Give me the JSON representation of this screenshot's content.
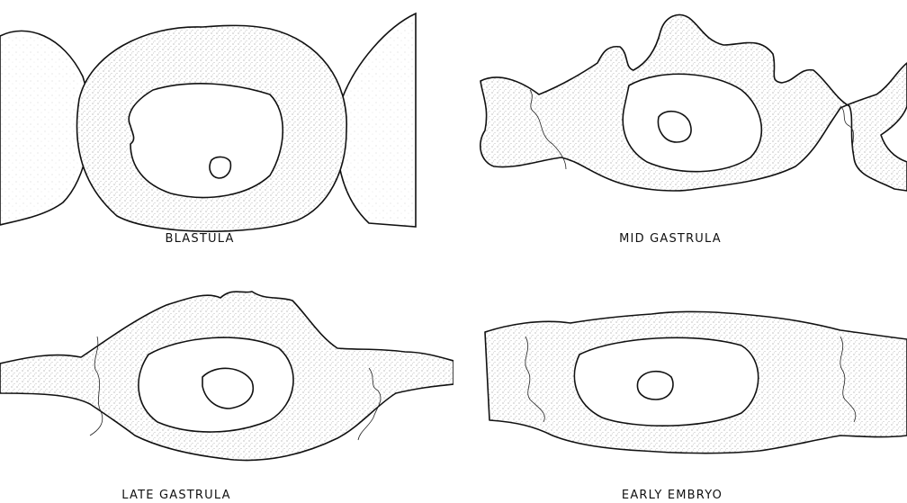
{
  "figure": {
    "panels": [
      {
        "id": "blastula",
        "label": "BLASTULA"
      },
      {
        "id": "mid-gastrula",
        "label": "MID GASTRULA"
      },
      {
        "id": "late-gastrula",
        "label": "LATE GASTRULA"
      },
      {
        "id": "early-embryo",
        "label": "EARLY EMBRYO"
      }
    ]
  }
}
